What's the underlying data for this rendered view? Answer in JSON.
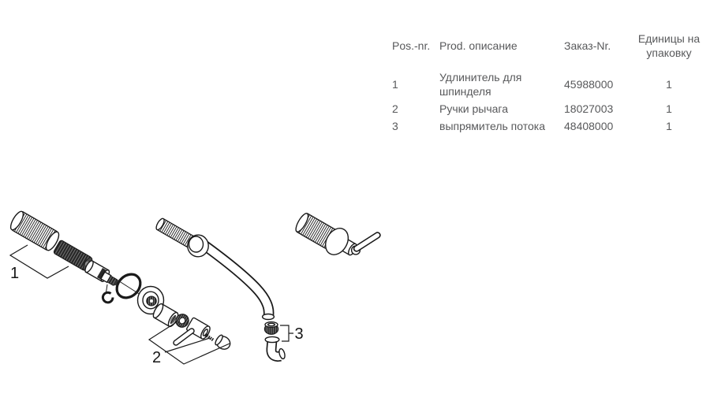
{
  "colors": {
    "ink": "#1a1a1a",
    "table_text": "#58595b",
    "background": "#ffffff"
  },
  "parts_table": {
    "headers": {
      "pos_nr": "Pos.-nr.",
      "description": "Prod. описание",
      "order_nr": "Заказ-Nr.",
      "units_per_pack": "Единицы на упаковку"
    },
    "rows": [
      {
        "pos": "1",
        "description": "Удлинитель для шпинделя",
        "order_nr": "45988000",
        "units": "1"
      },
      {
        "pos": "2",
        "description": "Ручки рычага",
        "order_nr": "18027003",
        "units": "1"
      },
      {
        "pos": "3",
        "description": "выпрямитель потока",
        "order_nr": "48408000",
        "units": "1"
      }
    ]
  },
  "diagram": {
    "labels": {
      "part1": "1",
      "part2": "2",
      "part3": "3"
    }
  }
}
